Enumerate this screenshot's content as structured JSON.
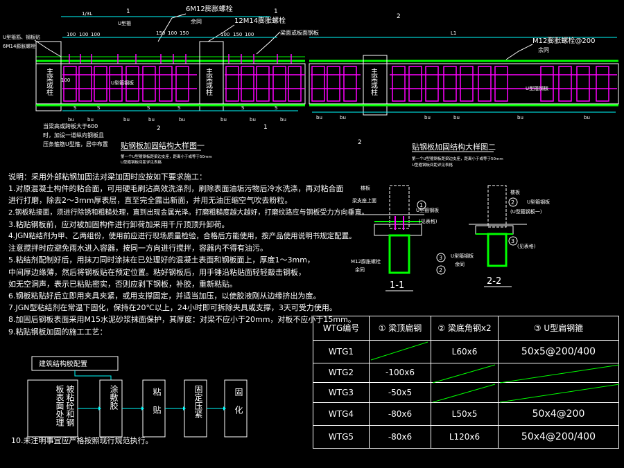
{
  "drawing1": {
    "top_labels": [
      "6M12膨胀螺栓",
      "余同",
      "12M14膨胀螺栓"
    ],
    "dims": [
      "1/3L",
      "150",
      "100",
      "150",
      "100",
      "150",
      "100"
    ],
    "dim_100": "100",
    "left_label_1": "U型箍筋、钢板贴",
    "left_label_2": "6M14膨胀螺栓",
    "col_label": "主梁或柱",
    "note1": "当梁高或跨板大于600",
    "note2": "时，加设一道纵向钢板且",
    "note3": "压条箍筋U型箍，居中布置",
    "mid_label": "U型箍钢板",
    "top_side": "U型箍",
    "right_label": "梁面或板面钢板",
    "bottom_marks": [
      "bu",
      "bu",
      "bu",
      "bu",
      "bu",
      "bu",
      "bu",
      "bu"
    ],
    "s": "S",
    "title": "贴钢板加固结构大样图一",
    "sub1": "第一个U型箍钢板距梁边支座，距离小于或等于50mm",
    "sub2": "U型箍钢板间距详见表格",
    "mark2": "2",
    "mark1": "1"
  },
  "drawing2": {
    "l1": "L1",
    "mark2": "2",
    "bolt": "M12膨胀螺栓@200",
    "same": "余同",
    "col_label": "主梁或柱",
    "u_label": "U型箍钢板",
    "title": "贴钢板加固结构大样图二",
    "sub1": "第一个U型箍钢板距梁边支座，距离小于或等于50mm",
    "sub2": "U型箍钢板间距详见表格",
    "mark_bottom": "2"
  },
  "notes": [
    "说明：采用外部粘钢加固法对梁加固时应按如下要求施工：",
    "1.对原混凝土构件的粘合面，可用硬毛刷沾高效洗涤剂，刷除表面油垢污物后冷水洗涤，再对粘合面",
    "   进行打磨，除去2～3mm厚表层，直至完全露出新面，并用无油压缩空气吹去粉粒。",
    "2.钢板粘接面，须进行除锈和粗糙处理，直到出现金属光泽。打磨粗糙度越大越好，打磨纹路应与钢板受力方向垂直。",
    "3.粘贴钢板前，应对被加固构件进行卸荷加采用千斤顶顶升卸荷。",
    "4.JGN粘结剂为甲、乙两组份，使用前应进行现场质量检验，合格后方能使用，按产品使用说明书规定配置。",
    "   注意搅拌时应避免雨水进入容器，按同一方向进行搅拌，容器内不得有油污。",
    "5.粘结剂配制好后，用抹刀同时涂抹在已处理好的混凝土表面和钢板面上，厚度1～3mm，",
    "   中间厚边缘薄，然后将钢板贴在预定位置。粘好钢板后，用手锤沿粘贴面轻轻敲击钢板，",
    "   如无空洞声，表示已粘贴密实，否则应剥下钢板，补胶，重新粘贴。",
    "6.钢板粘贴好后立即用夹具夹紧，或用支撑固定，并适当加压，以使胶液刚从边缘挤出为度。",
    "7.JGN型粘结剂在常温下固化，保持在20℃以上，24小时即可拆除夹具或支撑，3天可受力使用。",
    "8.加固后钢板表面采用M15水泥砂浆抹面保护，其厚度：对梁不应小于20mm，对板不应小于15mm。",
    "9.粘贴钢板加固的施工工艺："
  ],
  "note10": "10.未注明事宜应严格按照现行规范执行。",
  "flow": {
    "top_box": "建筑结构胶配置",
    "steps": [
      "被粘砼和钢板表面处理",
      "涂敷胶",
      "粘贴",
      "固定压紧",
      "固化"
    ]
  },
  "sections": {
    "label_11": "1-1",
    "label_22": "2-2",
    "s1_labels": [
      "楼板",
      "梁支座上面",
      "M12膨胀螺栓",
      "余同",
      "U型箍钢板",
      "(见表格)"
    ],
    "s2_labels": [
      "楼板",
      "U型箍钢板",
      "(U型箍钢板一)",
      "余同",
      "(见表格)"
    ],
    "circles": [
      "1",
      "2",
      "3"
    ]
  },
  "table": {
    "headers": [
      "WTG编号",
      "① 梁顶扁钢",
      "② 梁底角钢x2",
      "③ U型扁钢箍"
    ],
    "rows": [
      [
        "WTG1",
        "",
        "L60x6",
        "50x5@200/400"
      ],
      [
        "WTG2",
        "-100x6",
        "",
        ""
      ],
      [
        "WTG3",
        "-50x5",
        "",
        ""
      ],
      [
        "WTG4",
        "-80x6",
        "L50x5",
        "50x4@200"
      ],
      [
        "WTG5",
        "-80x6",
        "L120x6",
        "50x4@200/400"
      ]
    ]
  },
  "colors": {
    "background": "#000000",
    "beam": "#00ff00",
    "stirrup": "#ff00ff",
    "text": "#ffffff",
    "dim": "#00ffff"
  }
}
